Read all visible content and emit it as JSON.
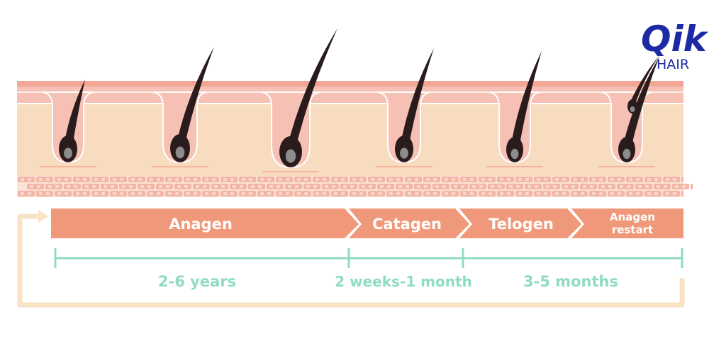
{
  "logo": {
    "brand": "Qik",
    "sub": "HAIR",
    "color": "#1d2aa6"
  },
  "phases": [
    {
      "label": "Anagen"
    },
    {
      "label": "Catagen"
    },
    {
      "label": "Telogen"
    },
    {
      "label_line1": "Anagen",
      "label_line2": "restart"
    }
  ],
  "durations": [
    {
      "label": "2-6 years"
    },
    {
      "label": "2 weeks-1 month"
    },
    {
      "label": "3-5 months"
    }
  ],
  "colors": {
    "arrow": "#f0987a",
    "timeline": "#8fdcc0",
    "return_loop": "#f8e3c4",
    "skin_top": "#f3a694",
    "skin_pink": "#f6c0b4",
    "skin_tan": "#f8dcc0",
    "hair": "#2a1c1c"
  }
}
